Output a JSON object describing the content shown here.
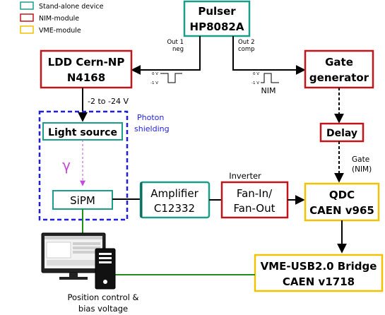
{
  "legend": {
    "items": [
      {
        "label": "Stand-alone device",
        "color": "#1a9e8a"
      },
      {
        "label": "NIM-module",
        "color": "#c0161b"
      },
      {
        "label": "VME-module",
        "color": "#f2c200"
      }
    ]
  },
  "colors": {
    "teal": "#1a9e8a",
    "red": "#c0161b",
    "yellow": "#f2c200",
    "blue": "#1f1fdc",
    "violet": "#c34ad8",
    "green": "#1e8f1e",
    "black": "#000000"
  },
  "nodes": {
    "pulser": {
      "line1": "Pulser",
      "line2": "HP8082A"
    },
    "ldd": {
      "line1": "LDD Cern-NP",
      "line2": "N4168"
    },
    "gate_generator": {
      "line1": "Gate",
      "line2": "generator"
    },
    "delay": {
      "label": "Delay"
    },
    "light_source": {
      "label": "Light source"
    },
    "sipm": {
      "label": "SiPM"
    },
    "amplifier": {
      "line1": "Amplifier",
      "line2": "C12332"
    },
    "fan": {
      "line1": "Fan-In/",
      "line2": "Fan-Out"
    },
    "qdc": {
      "line1": "QDC",
      "line2": "CAEN v965"
    },
    "bridge": {
      "line1": "VME-USB2.0 Bridge",
      "line2": "CAEN v1718"
    }
  },
  "labels": {
    "out1_line1": "Out 1",
    "out1_line2": "neg",
    "out2_line1": "Out 2",
    "out2_line2": "comp",
    "voltage_range": "-2 to -24 V",
    "photon_line1": "Photon",
    "photon_line2": "shielding",
    "gamma": "γ",
    "inverter": "Inverter",
    "gate_line1": "Gate",
    "gate_line2": "(NIM)",
    "nim": "NIM",
    "pulse_left_0v": "0 V",
    "pulse_left_1v": "-1 V",
    "pulse_right_0v": "0 V",
    "pulse_right_1v": "-1 V",
    "computer_line1": "Position control &",
    "computer_line2": "bias voltage"
  },
  "icons": {
    "computer": "computer-workstation-icon"
  }
}
